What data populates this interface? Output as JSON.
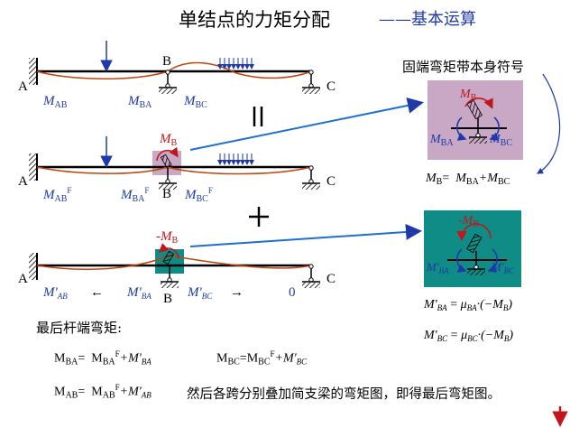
{
  "header": {
    "title": "单结点的力矩分配",
    "subtitle": "——基本运算"
  },
  "annotation": {
    "sign_note": "固端弯矩带本身符号"
  },
  "symbols": {
    "equals": "=",
    "plus": "+",
    "zero": "0",
    "arrow_left": "←",
    "arrow_right": "→"
  },
  "diagram1": {
    "node_a": "A",
    "node_b": "B",
    "node_c": "C",
    "m_ab": "M",
    "m_ab_sub": "AB",
    "m_ba": "M",
    "m_ba_sub": "BA",
    "m_bc": "M",
    "m_bc_sub": "BC"
  },
  "diagram2": {
    "node_a": "A",
    "node_b": "B",
    "node_c": "C",
    "mb": "M",
    "mb_sub": "B",
    "m_ab": "M",
    "m_ab_sub": "AB",
    "m_ba": "M",
    "m_ba_sub": "BA",
    "m_bc": "M",
    "m_bc_sub": "BC",
    "sup_f": "F"
  },
  "diagram3": {
    "node_a": "A",
    "node_b": "B",
    "node_c": "C",
    "mb_neg": "-M",
    "mb_sub": "B",
    "m_ab": "M'",
    "m_ab_sub": "AB",
    "m_ba": "M'",
    "m_ba_sub": "BA",
    "m_bc": "M'",
    "m_bc_sub": "BC"
  },
  "detail_top": {
    "mb": "M",
    "mb_sub": "B",
    "mba": "M",
    "mba_sub": "BA",
    "mbc": "M",
    "mbc_sub": "BC",
    "equation_left": "M",
    "equation_left_sub": "B",
    "equation_right_1": "M",
    "equation_right_1_sub": "BA",
    "equation_plus": "+M",
    "equation_right_2_sub": "BC"
  },
  "detail_bottom": {
    "mb_neg": "-M",
    "mb_sub": "B",
    "mba": "M'",
    "mba_sub": "BA",
    "mbc": "M'",
    "mbc_sub": "BC"
  },
  "distribution": {
    "eq1_lhs": "M'",
    "eq1_lhs_sub": "BA",
    "eq1_mu": "μ",
    "eq1_mu_sub": "BA",
    "eq1_tail": "·(−M",
    "eq1_tail_sub": "B",
    "eq1_close": ")",
    "eq2_lhs": "M'",
    "eq2_lhs_sub": "BC",
    "eq2_mu": "μ",
    "eq2_mu_sub": "BC",
    "eq2_tail": "·(−M",
    "eq2_tail_sub": "B",
    "eq2_close": ")"
  },
  "final": {
    "heading": "最后杆端弯矩:",
    "eq_ba_lhs": "M",
    "eq_ba_lhs_sub": "BA",
    "eq_ba_rhs1": "M",
    "eq_ba_rhs1_sub": "BA",
    "eq_ba_plus": "+M'",
    "eq_ba_rhs2_sub": "BA",
    "eq_bc_lhs": "M",
    "eq_bc_lhs_sub": "BC",
    "eq_bc_rhs1": "M",
    "eq_bc_rhs1_sub": "BC",
    "eq_bc_plus": "+M'",
    "eq_bc_rhs2_sub": "BC",
    "eq_ab_lhs": "M",
    "eq_ab_lhs_sub": "AB",
    "eq_ab_rhs1": "M",
    "eq_ab_rhs1_sub": "AB",
    "eq_ab_plus": "+M'",
    "eq_ab_rhs2_sub": "AB",
    "sup_f": "F",
    "closing_note": "然后各跨分别叠加简支梁的弯矩图，即得最后弯矩图。"
  },
  "colors": {
    "beam_curve": "#c0440c",
    "label_blue": "#1f3aa8",
    "moment_red": "#c0161c",
    "lock_box": "#c8a8c4",
    "release_box": "#0f8c86"
  }
}
